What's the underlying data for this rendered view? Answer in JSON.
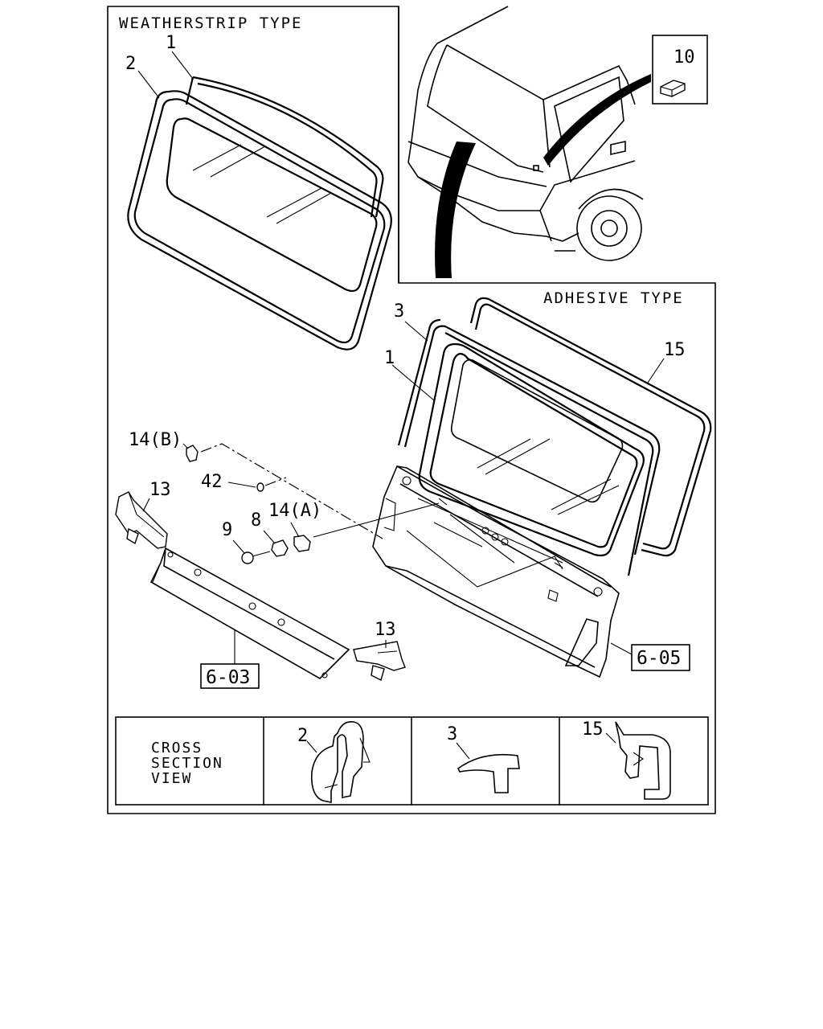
{
  "title_weatherstrip": "WEATHERSTRIP TYPE",
  "title_adhesive": "ADHESIVE TYPE",
  "cross_section": {
    "line1": "CROSS",
    "line2": "SECTION",
    "line3": "VIEW"
  },
  "labels": {
    "ws_1": "1",
    "ws_2": "2",
    "p10": "10",
    "ad_3": "3",
    "ad_1": "1",
    "ad_15": "15",
    "p14b": "14(B)",
    "p42": "42",
    "p13a": "13",
    "p14a": "14(A)",
    "p9": "9",
    "p8": "8",
    "p13b": "13",
    "cs_2": "2",
    "cs_3": "3",
    "cs_15": "15"
  },
  "refs": {
    "r603": "6-03",
    "r605": "6-05"
  }
}
